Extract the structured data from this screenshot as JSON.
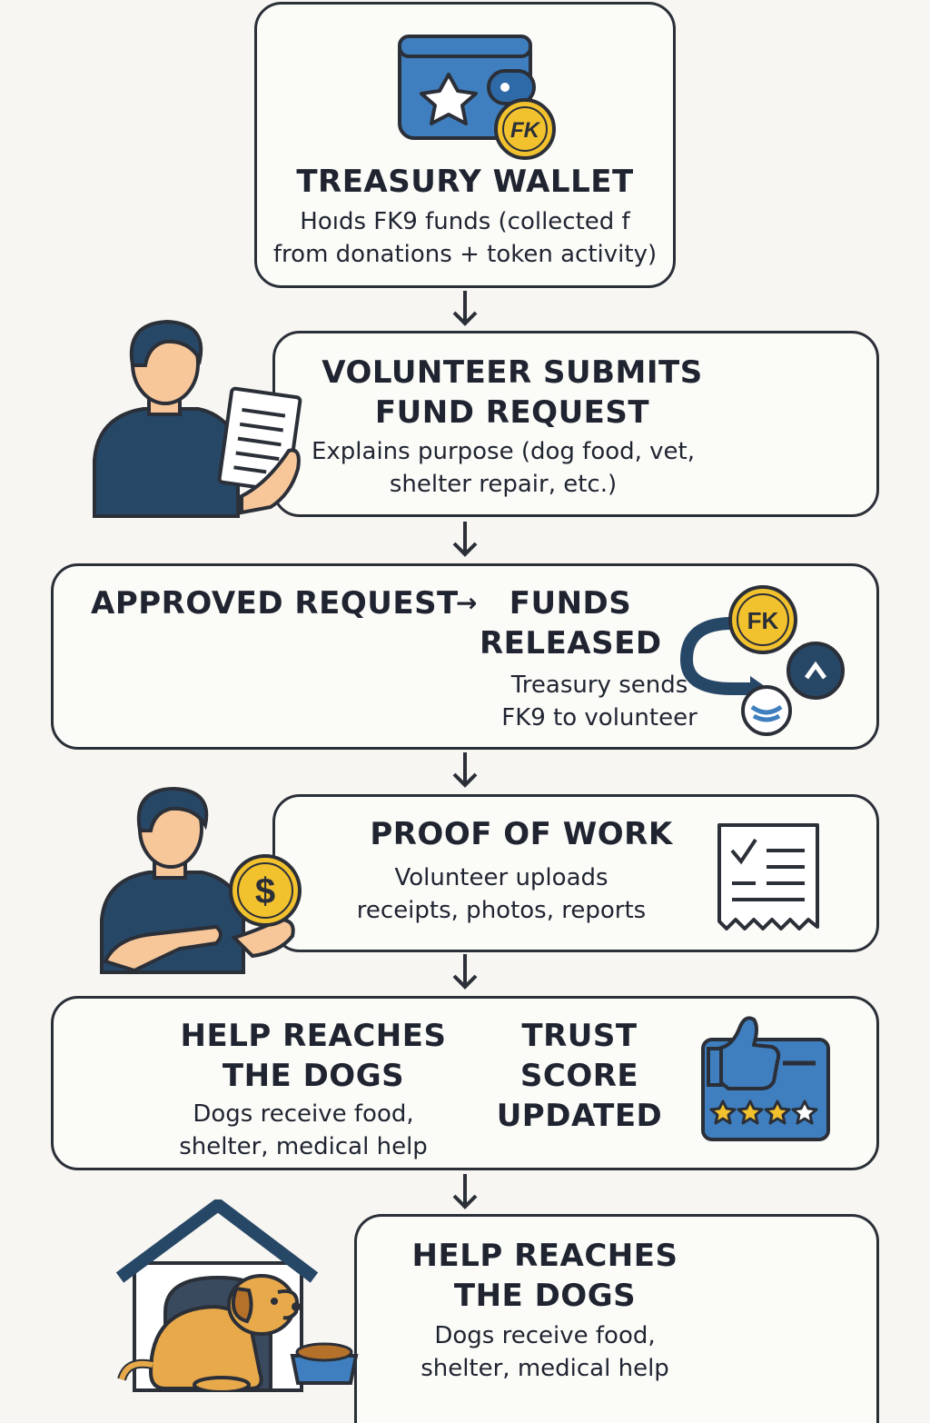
{
  "steps": [
    {
      "title": "TREASURY WALLET",
      "desc": [
        "Hoıds FK9 funds (collected f",
        "from donations + token activity)"
      ]
    },
    {
      "title": [
        "VOLUNTEER SUBMITS",
        "FUND REQUEST"
      ],
      "desc": [
        "Explains purpose (dog food, vet,",
        "shelter repair, etc.)"
      ]
    },
    {
      "title_left": "APPROVED REQUEST",
      "arrow": "→",
      "title_right": [
        "FUNDS",
        "RELEASED"
      ],
      "desc": [
        "Treasury sends",
        "FK9  to volunteer"
      ]
    },
    {
      "title": "PROOF OF WORK",
      "desc": [
        "Volunteer uploads",
        "receipts, photos, reports"
      ]
    },
    {
      "title_left": [
        "HELP REACHES",
        "THE DOGS"
      ],
      "desc_left": [
        "Dogs receive food,",
        "shelter, medical help"
      ],
      "title_right": [
        "TRUST",
        "SCORE",
        "UPDATED"
      ]
    },
    {
      "title": [
        "HELP REACHES",
        "THE DOGS"
      ],
      "desc": [
        "Dogs receive food,",
        "shelter, medical help"
      ]
    }
  ],
  "coins": {
    "fk_label": "FK",
    "dollar_label": "$"
  },
  "colors": {
    "blue": "#3f7fbf",
    "navy": "#274766",
    "gold": "#f2c12e",
    "skin": "#f7c79a",
    "dog": "#e8a94a",
    "outline": "#2b2f38"
  }
}
